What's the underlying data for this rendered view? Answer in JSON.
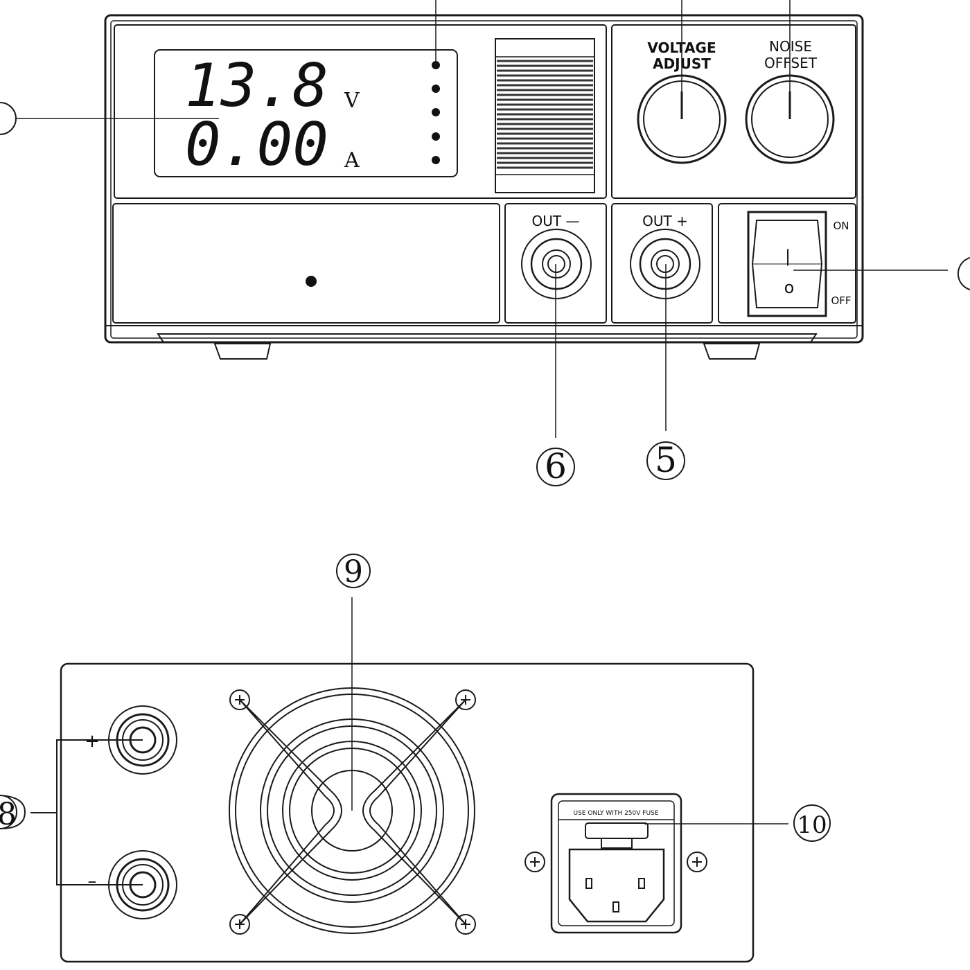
{
  "front_panel": {
    "display": {
      "voltage_value": "13.8",
      "voltage_unit": "V",
      "current_value": "0.00",
      "current_unit": "A"
    },
    "voltage_adjust_line1": "VOLTAGE",
    "voltage_adjust_line2": "ADJUST",
    "noise_offset_line1": "NOISE",
    "noise_offset_line2": "OFFSET",
    "out_minus_label": "OUT —",
    "out_plus_label": "OUT +",
    "switch_on_label": "ON",
    "switch_off_label": "OFF",
    "switch_on_symbol": "|",
    "switch_off_symbol": "o"
  },
  "rear_panel": {
    "plus_label": "+",
    "minus_label": "–",
    "fuse_text": "USE ONLY WITH 250V FUSE"
  },
  "callouts": {
    "c5": "⑤",
    "c6": "⑥",
    "c8": "⑧",
    "c9": "⑨",
    "c10": "⑩"
  }
}
